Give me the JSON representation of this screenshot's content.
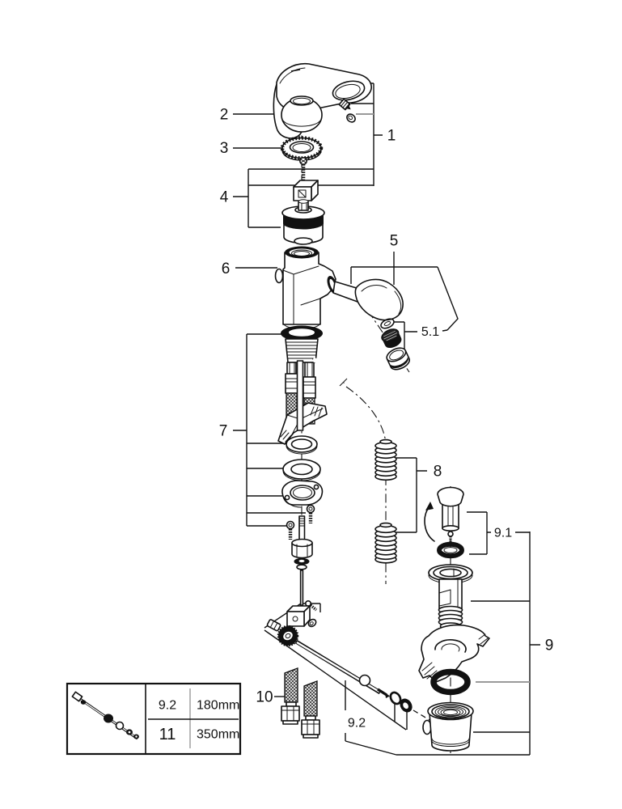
{
  "colors": {
    "background": "#ffffff",
    "line": "#111111",
    "gray_leader": "#9a9a9a"
  },
  "callouts": {
    "c1": "1",
    "c2": "2",
    "c3": "3",
    "c4": "4",
    "c5": "5",
    "c5_1": "5.1",
    "c6": "6",
    "c7": "7",
    "c8": "8",
    "c9": "9",
    "c9_1": "9.1",
    "c9_2": "9.2",
    "c10": "10"
  },
  "size_table": {
    "rows": [
      {
        "ref": "9.2",
        "value": "180mm"
      },
      {
        "ref": "11",
        "value": "350mm"
      }
    ]
  }
}
